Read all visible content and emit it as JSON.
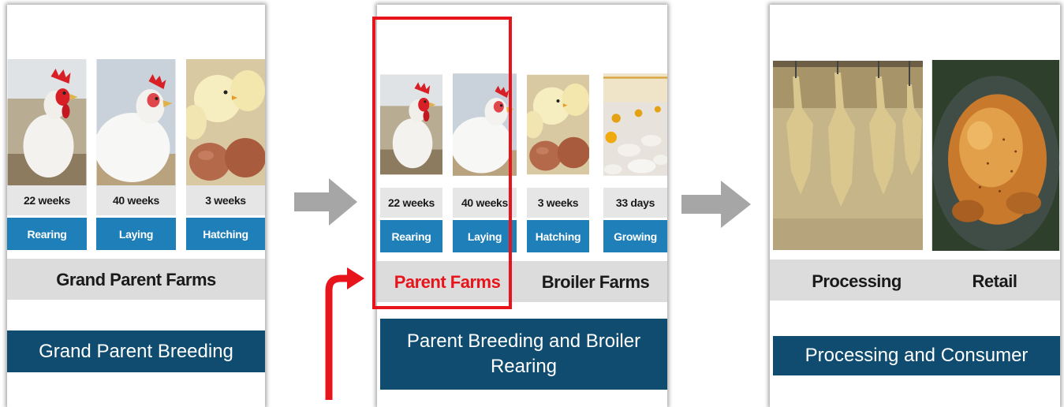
{
  "colors": {
    "stage_blue": "#1f7fb9",
    "banner_navy": "#0f4c6f",
    "highlight_red": "#e8141b",
    "bar_gray": "#dcdcdc",
    "arrow_gray": "#a6a6a6"
  },
  "panel1": {
    "cards": [
      {
        "duration": "22 weeks",
        "stage": "Rearing",
        "image": "rooster-image"
      },
      {
        "duration": "40 weeks",
        "stage": "Laying",
        "image": "hen-image"
      },
      {
        "duration": "3 weeks",
        "stage": "Hatching",
        "image": "chicks-eggs-image"
      }
    ],
    "farm_label": "Grand Parent Farms",
    "banner": "Grand Parent Breeding"
  },
  "panel2": {
    "cards": [
      {
        "duration": "22 weeks",
        "stage": "Rearing",
        "image": "rooster-image"
      },
      {
        "duration": "40 weeks",
        "stage": "Laying",
        "image": "hen-image"
      },
      {
        "duration": "3 weeks",
        "stage": "Hatching",
        "image": "chicks-eggs-image"
      },
      {
        "duration": "33 days",
        "stage": "Growing",
        "image": "broiler-house-image"
      }
    ],
    "farm_labels": [
      "Parent Farms",
      "Broiler Farms"
    ],
    "banner": "Parent Breeding and Broiler Rearing"
  },
  "panel3": {
    "images": [
      "processing-line-image",
      "roast-chicken-image"
    ],
    "labels": [
      "Processing",
      "Retail"
    ],
    "banner": "Processing and Consumer"
  },
  "icons": [
    "right-arrow-icon",
    "right-arrow-icon",
    "bent-red-arrow-icon"
  ]
}
